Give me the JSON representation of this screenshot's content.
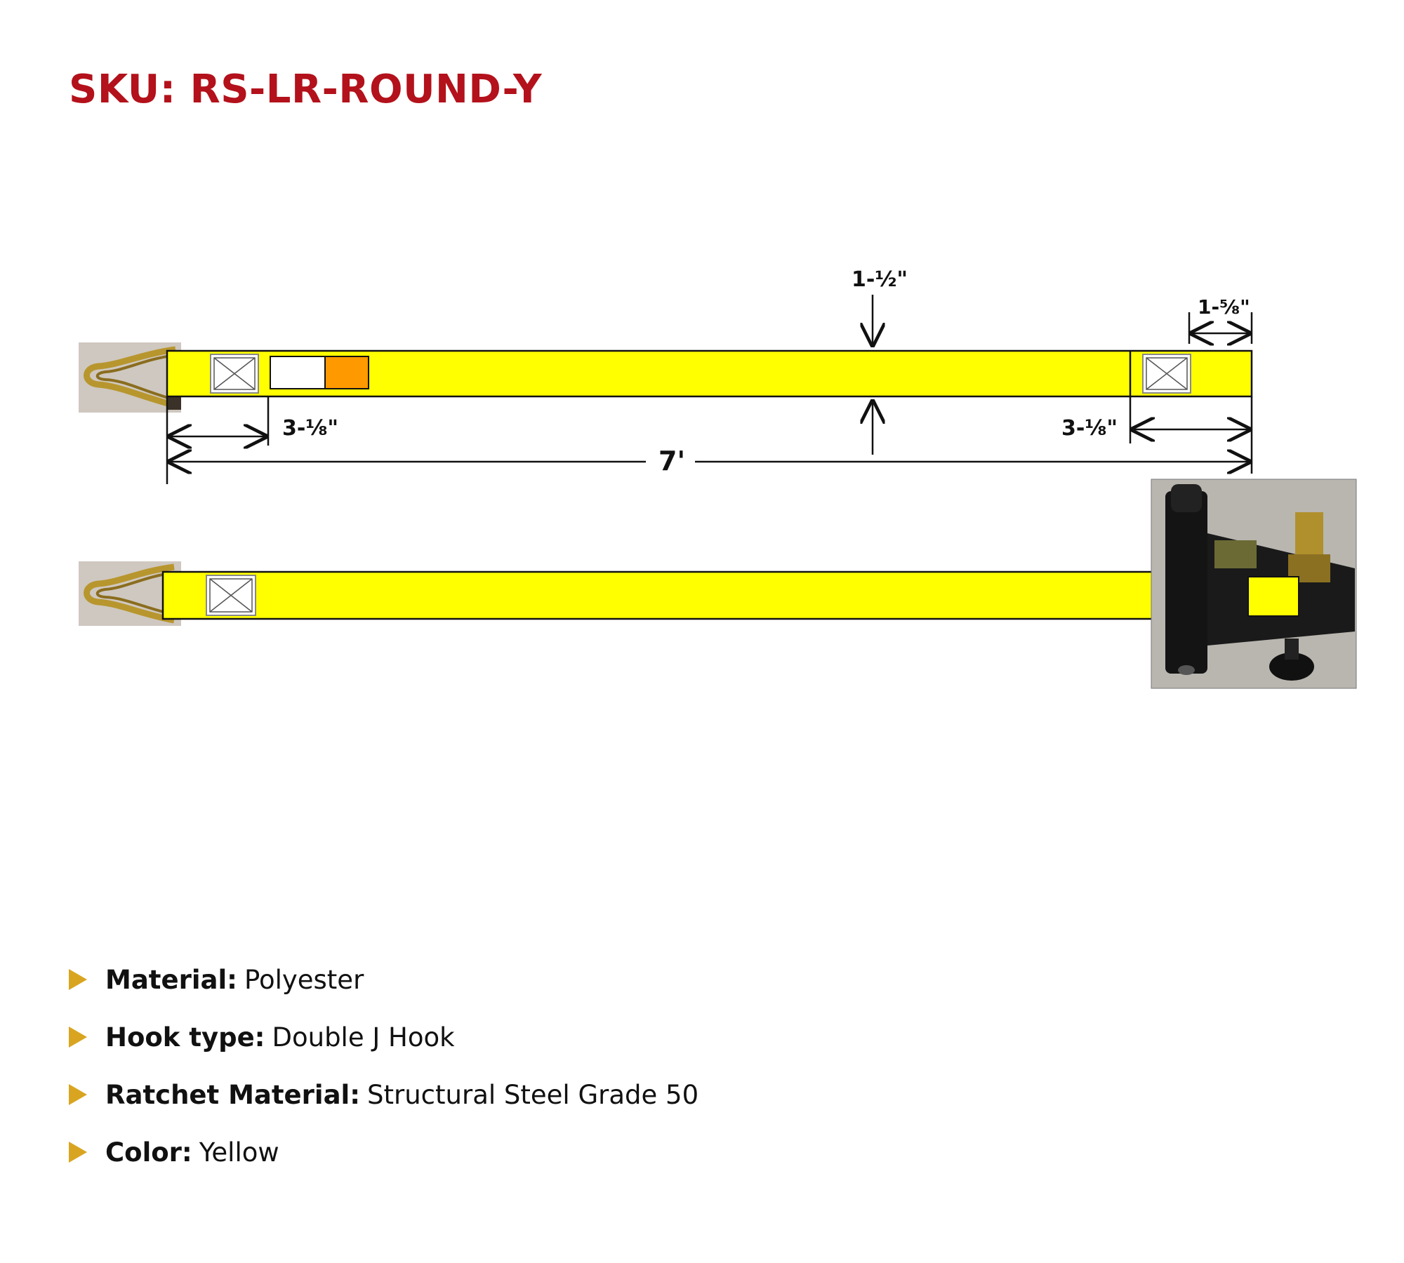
{
  "header": {
    "sku": "SKU: RS-LR-ROUND-Y"
  },
  "colors": {
    "sku_red": "#b3111b",
    "strap_yellow": "#ffff00",
    "label_orange": "#ff9900",
    "bullet_gold": "#d9a520"
  },
  "diagram": {
    "width_label": "1-½\"",
    "end_width_label": "1-⅝\"",
    "left_end_label": "3-⅛\"",
    "right_end_label": "3-⅛\"",
    "length_label": "7'"
  },
  "specs": [
    {
      "label": "Material:",
      "value": "Polyester"
    },
    {
      "label": "Hook type:",
      "value": "Double J Hook"
    },
    {
      "label": "Ratchet Material:",
      "value": "Structural Steel Grade 50"
    },
    {
      "label": "Color:",
      "value": "Yellow"
    }
  ]
}
